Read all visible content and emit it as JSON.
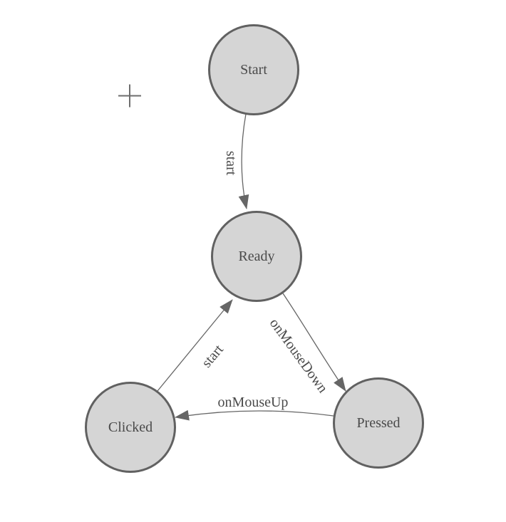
{
  "colors": {
    "background": "#ffffff",
    "node_fill": "#d5d5d5",
    "node_stroke": "#616161",
    "edge_stroke": "#666666",
    "label": "#4a4a4a",
    "icon": "#6e6e6e"
  },
  "diagram": {
    "type": "state-machine",
    "nodes": [
      {
        "id": "start",
        "label": "Start"
      },
      {
        "id": "ready",
        "label": "Ready"
      },
      {
        "id": "clicked",
        "label": "Clicked"
      },
      {
        "id": "pressed",
        "label": "Pressed"
      }
    ],
    "edges": [
      {
        "from": "start",
        "to": "ready",
        "label": "start"
      },
      {
        "from": "clicked",
        "to": "ready",
        "label": "start"
      },
      {
        "from": "ready",
        "to": "pressed",
        "label": "onMouseDown"
      },
      {
        "from": "pressed",
        "to": "clicked",
        "label": "onMouseUp"
      }
    ],
    "icons": {
      "origin_cross": "plus"
    }
  }
}
